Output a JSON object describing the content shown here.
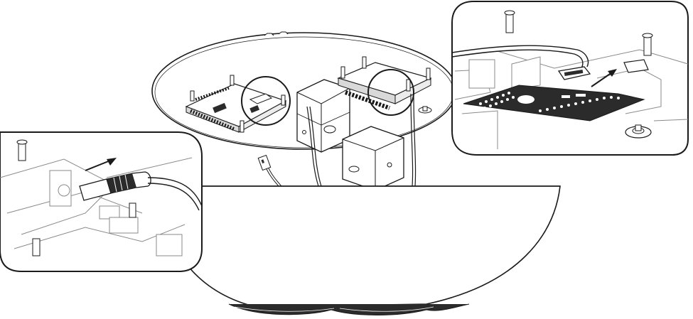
{
  "diagram": {
    "kind": "technical assembly illustration",
    "style": "black line art on white",
    "colors": {
      "stroke": "#1a1a1a",
      "fill": "#ffffff",
      "shade": "#d9d9d9",
      "dark": "#2b2b2b"
    },
    "parts": [
      "mounting-plate",
      "controller-board",
      "stepper-motor-upper",
      "stepper-motor-lower",
      "bowl-housing",
      "power-connector",
      "ribbon-connector",
      "small-connector-plug"
    ],
    "callouts": [
      {
        "id": "callout-left",
        "shows": "power-connector",
        "arrow": "insert"
      },
      {
        "id": "callout-right",
        "shows": "ribbon-connector",
        "arrow": "insert"
      }
    ]
  }
}
